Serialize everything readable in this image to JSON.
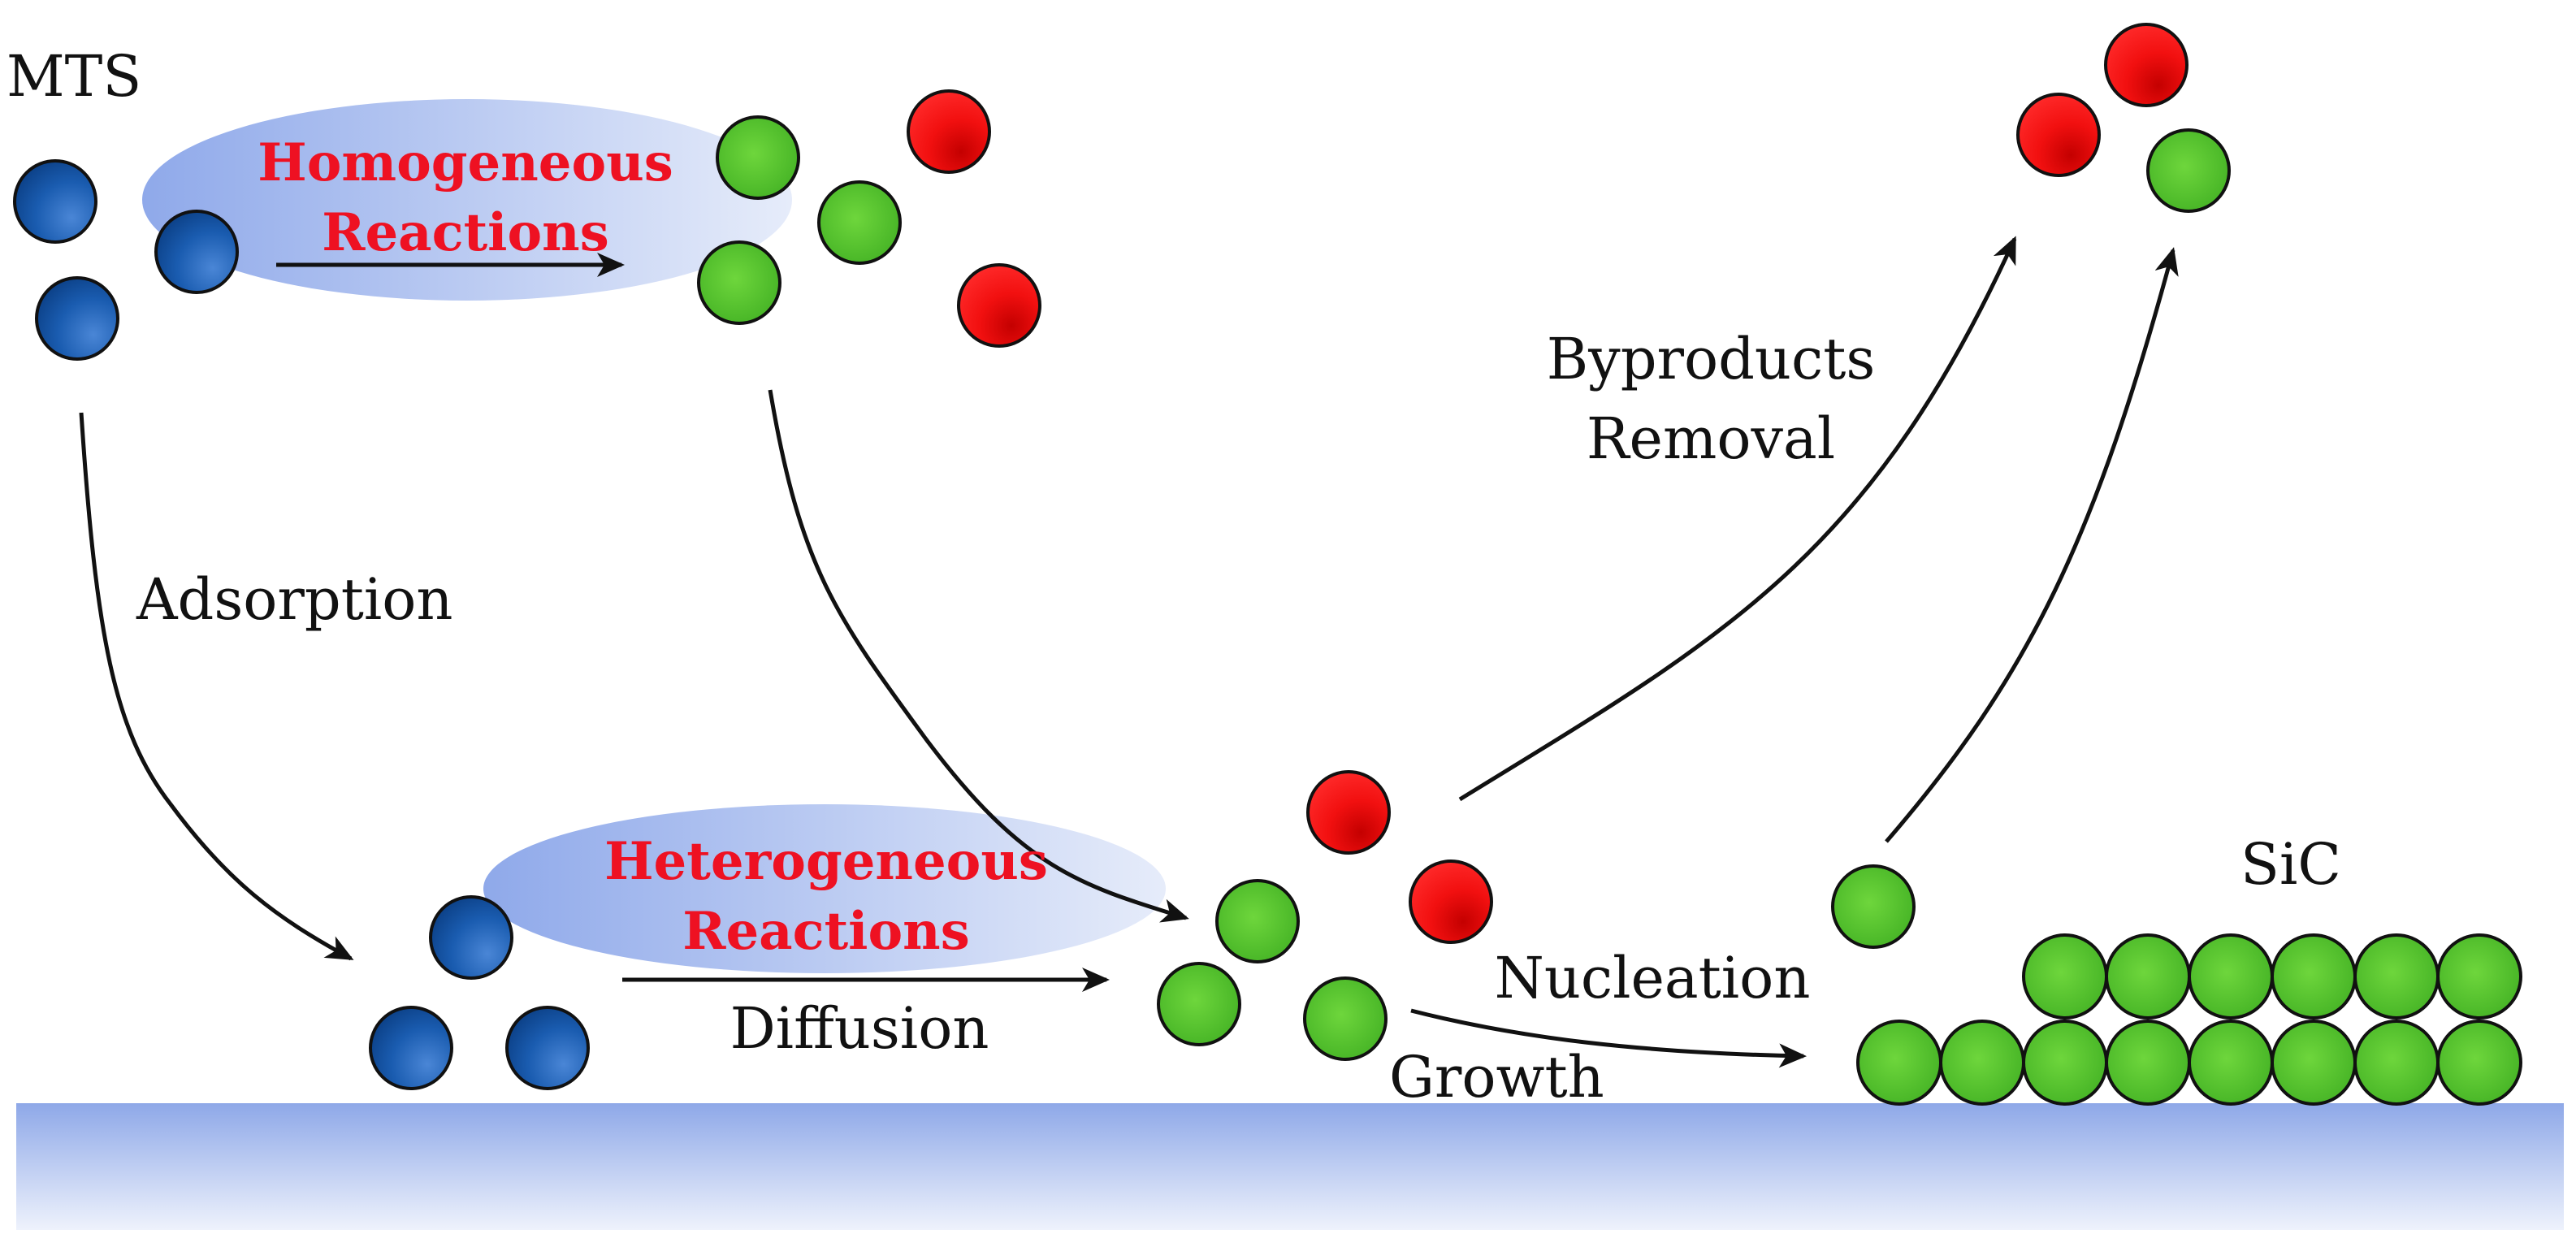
{
  "labels": {
    "mts": "MTS",
    "homogeneous_line1": "Homogeneous",
    "homogeneous_line2": "Reactions",
    "adsorption": "Adsorption",
    "heterogeneous_line1": "Heterogeneous",
    "heterogeneous_line2": "Reactions",
    "diffusion": "Diffusion",
    "byproducts_line1": "Byproducts",
    "byproducts_line2": "Removal",
    "nucleation": "Nucleation",
    "growth": "Growth",
    "sic": "SiC"
  },
  "colors": {
    "blue_molecule": "#1f5fb3",
    "green_molecule": "#4fbf2a",
    "red_molecule": "#ee1111",
    "reaction_label": "#ee1122",
    "ellipse": "#9db4ec",
    "substrate": "#93aee8",
    "arrow": "#111111"
  }
}
